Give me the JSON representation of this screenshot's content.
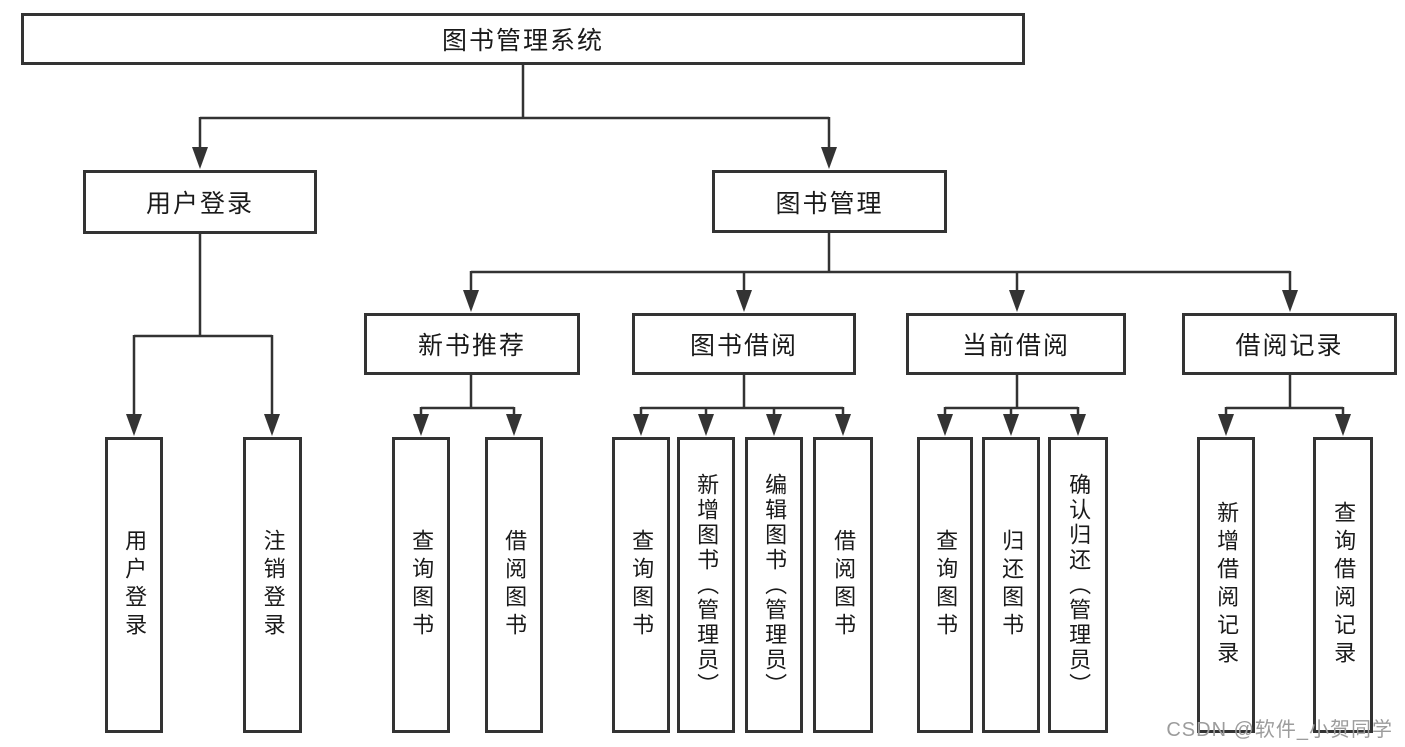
{
  "tree": {
    "label": "图书管理系统",
    "children": [
      {
        "label": "用户登录",
        "children": [
          {
            "label": "用户登录"
          },
          {
            "label": "注销登录"
          }
        ]
      },
      {
        "label": "图书管理",
        "children": [
          {
            "label": "新书推荐",
            "children": [
              {
                "label": "查询图书"
              },
              {
                "label": "借阅图书"
              }
            ]
          },
          {
            "label": "图书借阅",
            "children": [
              {
                "label": "查询图书"
              },
              {
                "label": "新增图书（管理员）"
              },
              {
                "label": "编辑图书（管理员）"
              },
              {
                "label": "借阅图书"
              }
            ]
          },
          {
            "label": "当前借阅",
            "children": [
              {
                "label": "查询图书"
              },
              {
                "label": "归还图书"
              },
              {
                "label": "确认归还（管理员）"
              }
            ]
          },
          {
            "label": "借阅记录",
            "children": [
              {
                "label": "新增借阅记录"
              },
              {
                "label": "查询借阅记录"
              }
            ]
          }
        ]
      }
    ]
  },
  "watermark": {
    "text": "CSDN @软件_小贺同学"
  },
  "colors": {
    "line": "#333333",
    "box_border": "#333333",
    "text": "#1a1a1a",
    "watermark": "#9c9c9c",
    "background": "#ffffff"
  }
}
